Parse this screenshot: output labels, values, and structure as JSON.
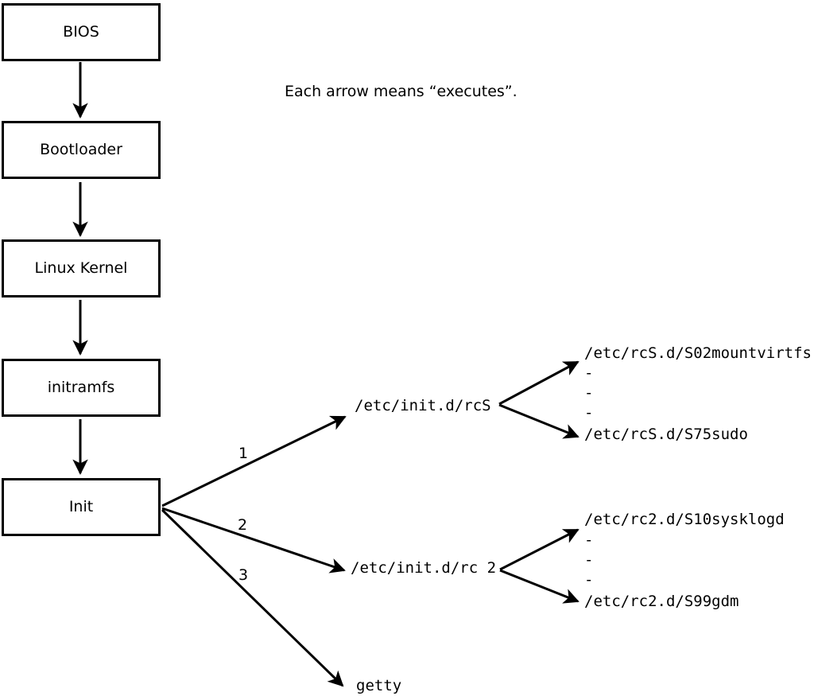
{
  "note": "Each arrow means “executes”.",
  "flow_boxes": [
    {
      "label": "BIOS"
    },
    {
      "label": "Bootloader"
    },
    {
      "label": "Linux Kernel"
    },
    {
      "label": "initramfs"
    },
    {
      "label": "Init"
    }
  ],
  "init_branches": [
    {
      "number": "1",
      "target": "/etc/init.d/rcS",
      "children": [
        "/etc/rcS.d/S02mountvirtfs",
        "-",
        "-",
        "-",
        "/etc/rcS.d/S75sudo"
      ]
    },
    {
      "number": "2",
      "target": "/etc/init.d/rc 2",
      "children": [
        "/etc/rc2.d/S10sysklogd",
        "-",
        "-",
        "-",
        "/etc/rc2.d/S99gdm"
      ]
    },
    {
      "number": "3",
      "target": "getty",
      "children": []
    }
  ],
  "colors": {
    "line": "#000000",
    "background": "#ffffff"
  }
}
